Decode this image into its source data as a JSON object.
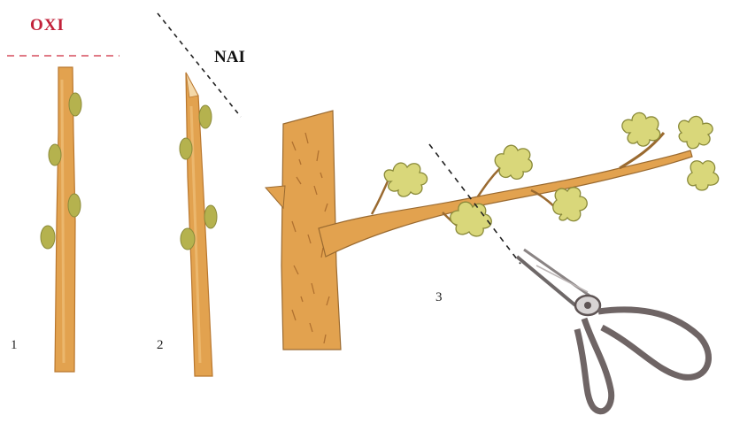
{
  "labels": {
    "wrong": "OXI",
    "right": "NAI",
    "step1": "1",
    "step2": "2",
    "step3": "3"
  },
  "colors": {
    "wrong": "#c2213a",
    "wrong_line": "#e07a86",
    "bark": "#e2a24f",
    "bark_dark": "#b9772e",
    "bud": "#b5b24e",
    "leaf": "#d9d77a",
    "leaf_edge": "#8a8a3a",
    "scissors": "#7a6f6f"
  },
  "icons": {
    "cut_line": "dashed-line",
    "tool": "pruning-scissors-icon"
  }
}
